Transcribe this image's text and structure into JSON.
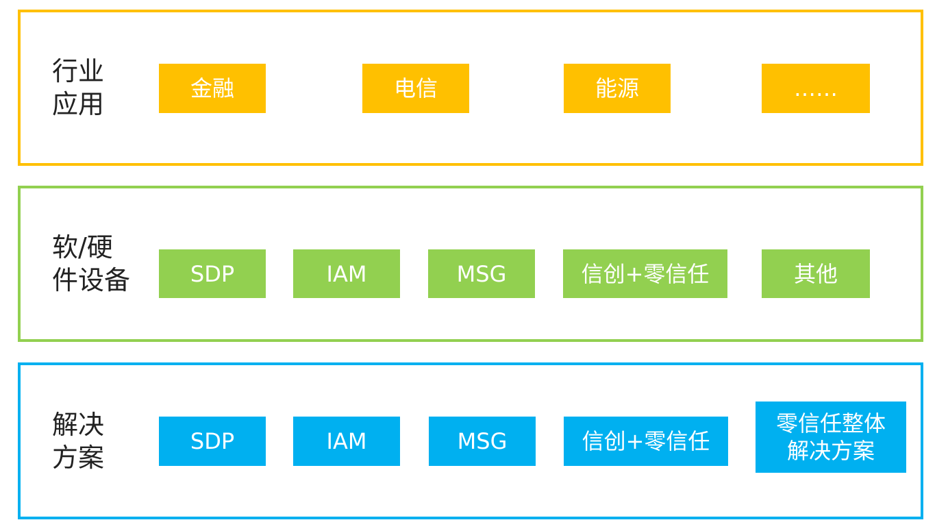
{
  "colors": {
    "industry": "#FFC000",
    "hardware": "#92D050",
    "solutions": "#00B0F0",
    "label_text": "#222222",
    "box_text": "#FFFFFF"
  },
  "layers": [
    {
      "label": "行业\n应用",
      "items": [
        "金融",
        "电信",
        "能源",
        "……"
      ]
    },
    {
      "label": "软/硬\n件设备",
      "items": [
        "SDP",
        "IAM",
        "MSG",
        "信创+零信任",
        "其他"
      ]
    },
    {
      "label": "解决\n方案",
      "items": [
        "SDP",
        "IAM",
        "MSG",
        "信创+零信任",
        "零信任整体\n解决方案"
      ]
    }
  ]
}
